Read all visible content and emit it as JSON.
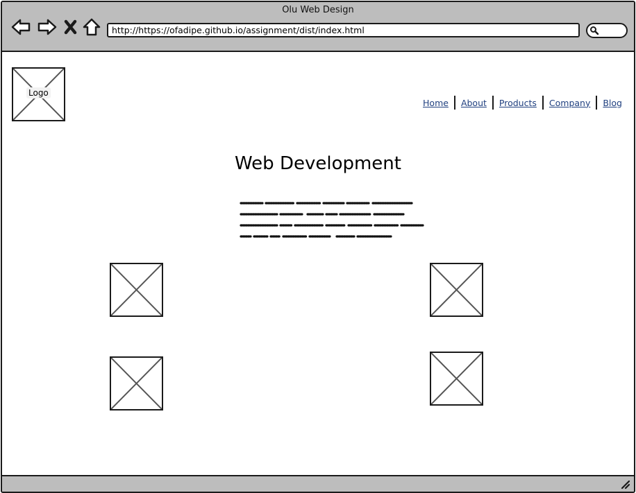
{
  "window": {
    "title": "Olu Web Design",
    "url": "http://https://ofadipe.github.io/assignment/dist/index.html"
  },
  "toolbar": {
    "icons": [
      "back-arrow-icon",
      "forward-arrow-icon",
      "close-x-icon",
      "home-icon",
      "search-icon"
    ]
  },
  "header": {
    "logo_label": "Logo",
    "nav": [
      "Home",
      "About",
      "Products",
      "Company",
      "Blog"
    ]
  },
  "main": {
    "heading": "Web Development",
    "paragraph_lines": 4,
    "image_placeholders": 4
  },
  "colors": {
    "chrome": "#bdbdbd",
    "border": "#1a1a1a",
    "link": "#1f3f7f",
    "placeholder_cross": "#555555"
  }
}
